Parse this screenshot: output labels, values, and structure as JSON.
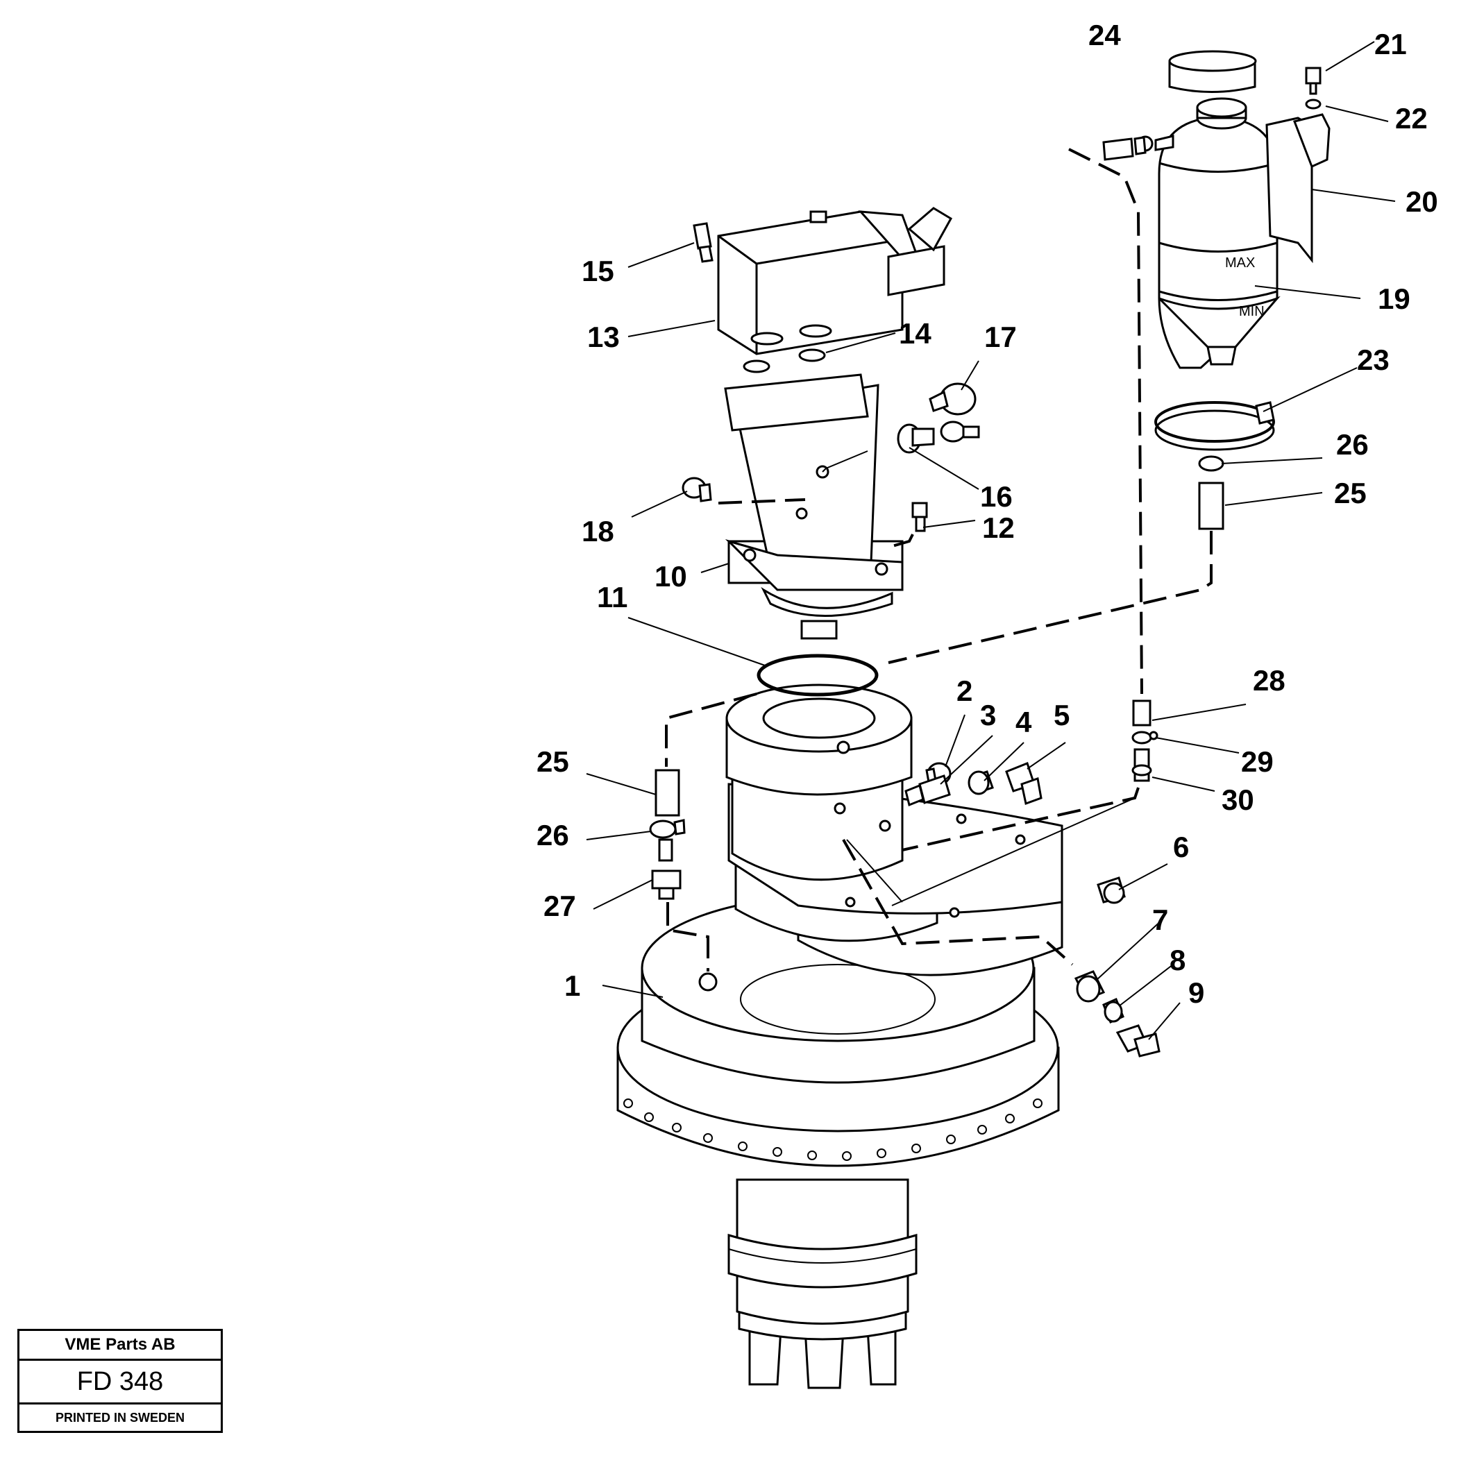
{
  "title_block": {
    "company": "VME Parts AB",
    "code": "FD 348",
    "printed": "PRINTED IN SWEDEN"
  },
  "tank_marks": {
    "max": "MAX",
    "min": "MIN"
  },
  "callouts": [
    {
      "id": "1",
      "label": "1"
    },
    {
      "id": "2",
      "label": "2"
    },
    {
      "id": "3",
      "label": "3"
    },
    {
      "id": "4",
      "label": "4"
    },
    {
      "id": "5",
      "label": "5"
    },
    {
      "id": "6",
      "label": "6"
    },
    {
      "id": "7",
      "label": "7"
    },
    {
      "id": "8",
      "label": "8"
    },
    {
      "id": "9",
      "label": "9"
    },
    {
      "id": "10",
      "label": "10"
    },
    {
      "id": "11",
      "label": "11"
    },
    {
      "id": "12",
      "label": "12"
    },
    {
      "id": "13",
      "label": "13"
    },
    {
      "id": "14",
      "label": "14"
    },
    {
      "id": "15",
      "label": "15"
    },
    {
      "id": "16",
      "label": "16"
    },
    {
      "id": "17",
      "label": "17"
    },
    {
      "id": "18",
      "label": "18"
    },
    {
      "id": "19",
      "label": "19"
    },
    {
      "id": "20",
      "label": "20"
    },
    {
      "id": "21",
      "label": "21"
    },
    {
      "id": "22",
      "label": "22"
    },
    {
      "id": "23",
      "label": "23"
    },
    {
      "id": "24",
      "label": "24"
    },
    {
      "id": "25a",
      "label": "25"
    },
    {
      "id": "26a",
      "label": "26"
    },
    {
      "id": "25b",
      "label": "25"
    },
    {
      "id": "26b",
      "label": "26"
    },
    {
      "id": "27",
      "label": "27"
    },
    {
      "id": "28",
      "label": "28"
    },
    {
      "id": "29",
      "label": "29"
    },
    {
      "id": "30",
      "label": "30"
    }
  ]
}
